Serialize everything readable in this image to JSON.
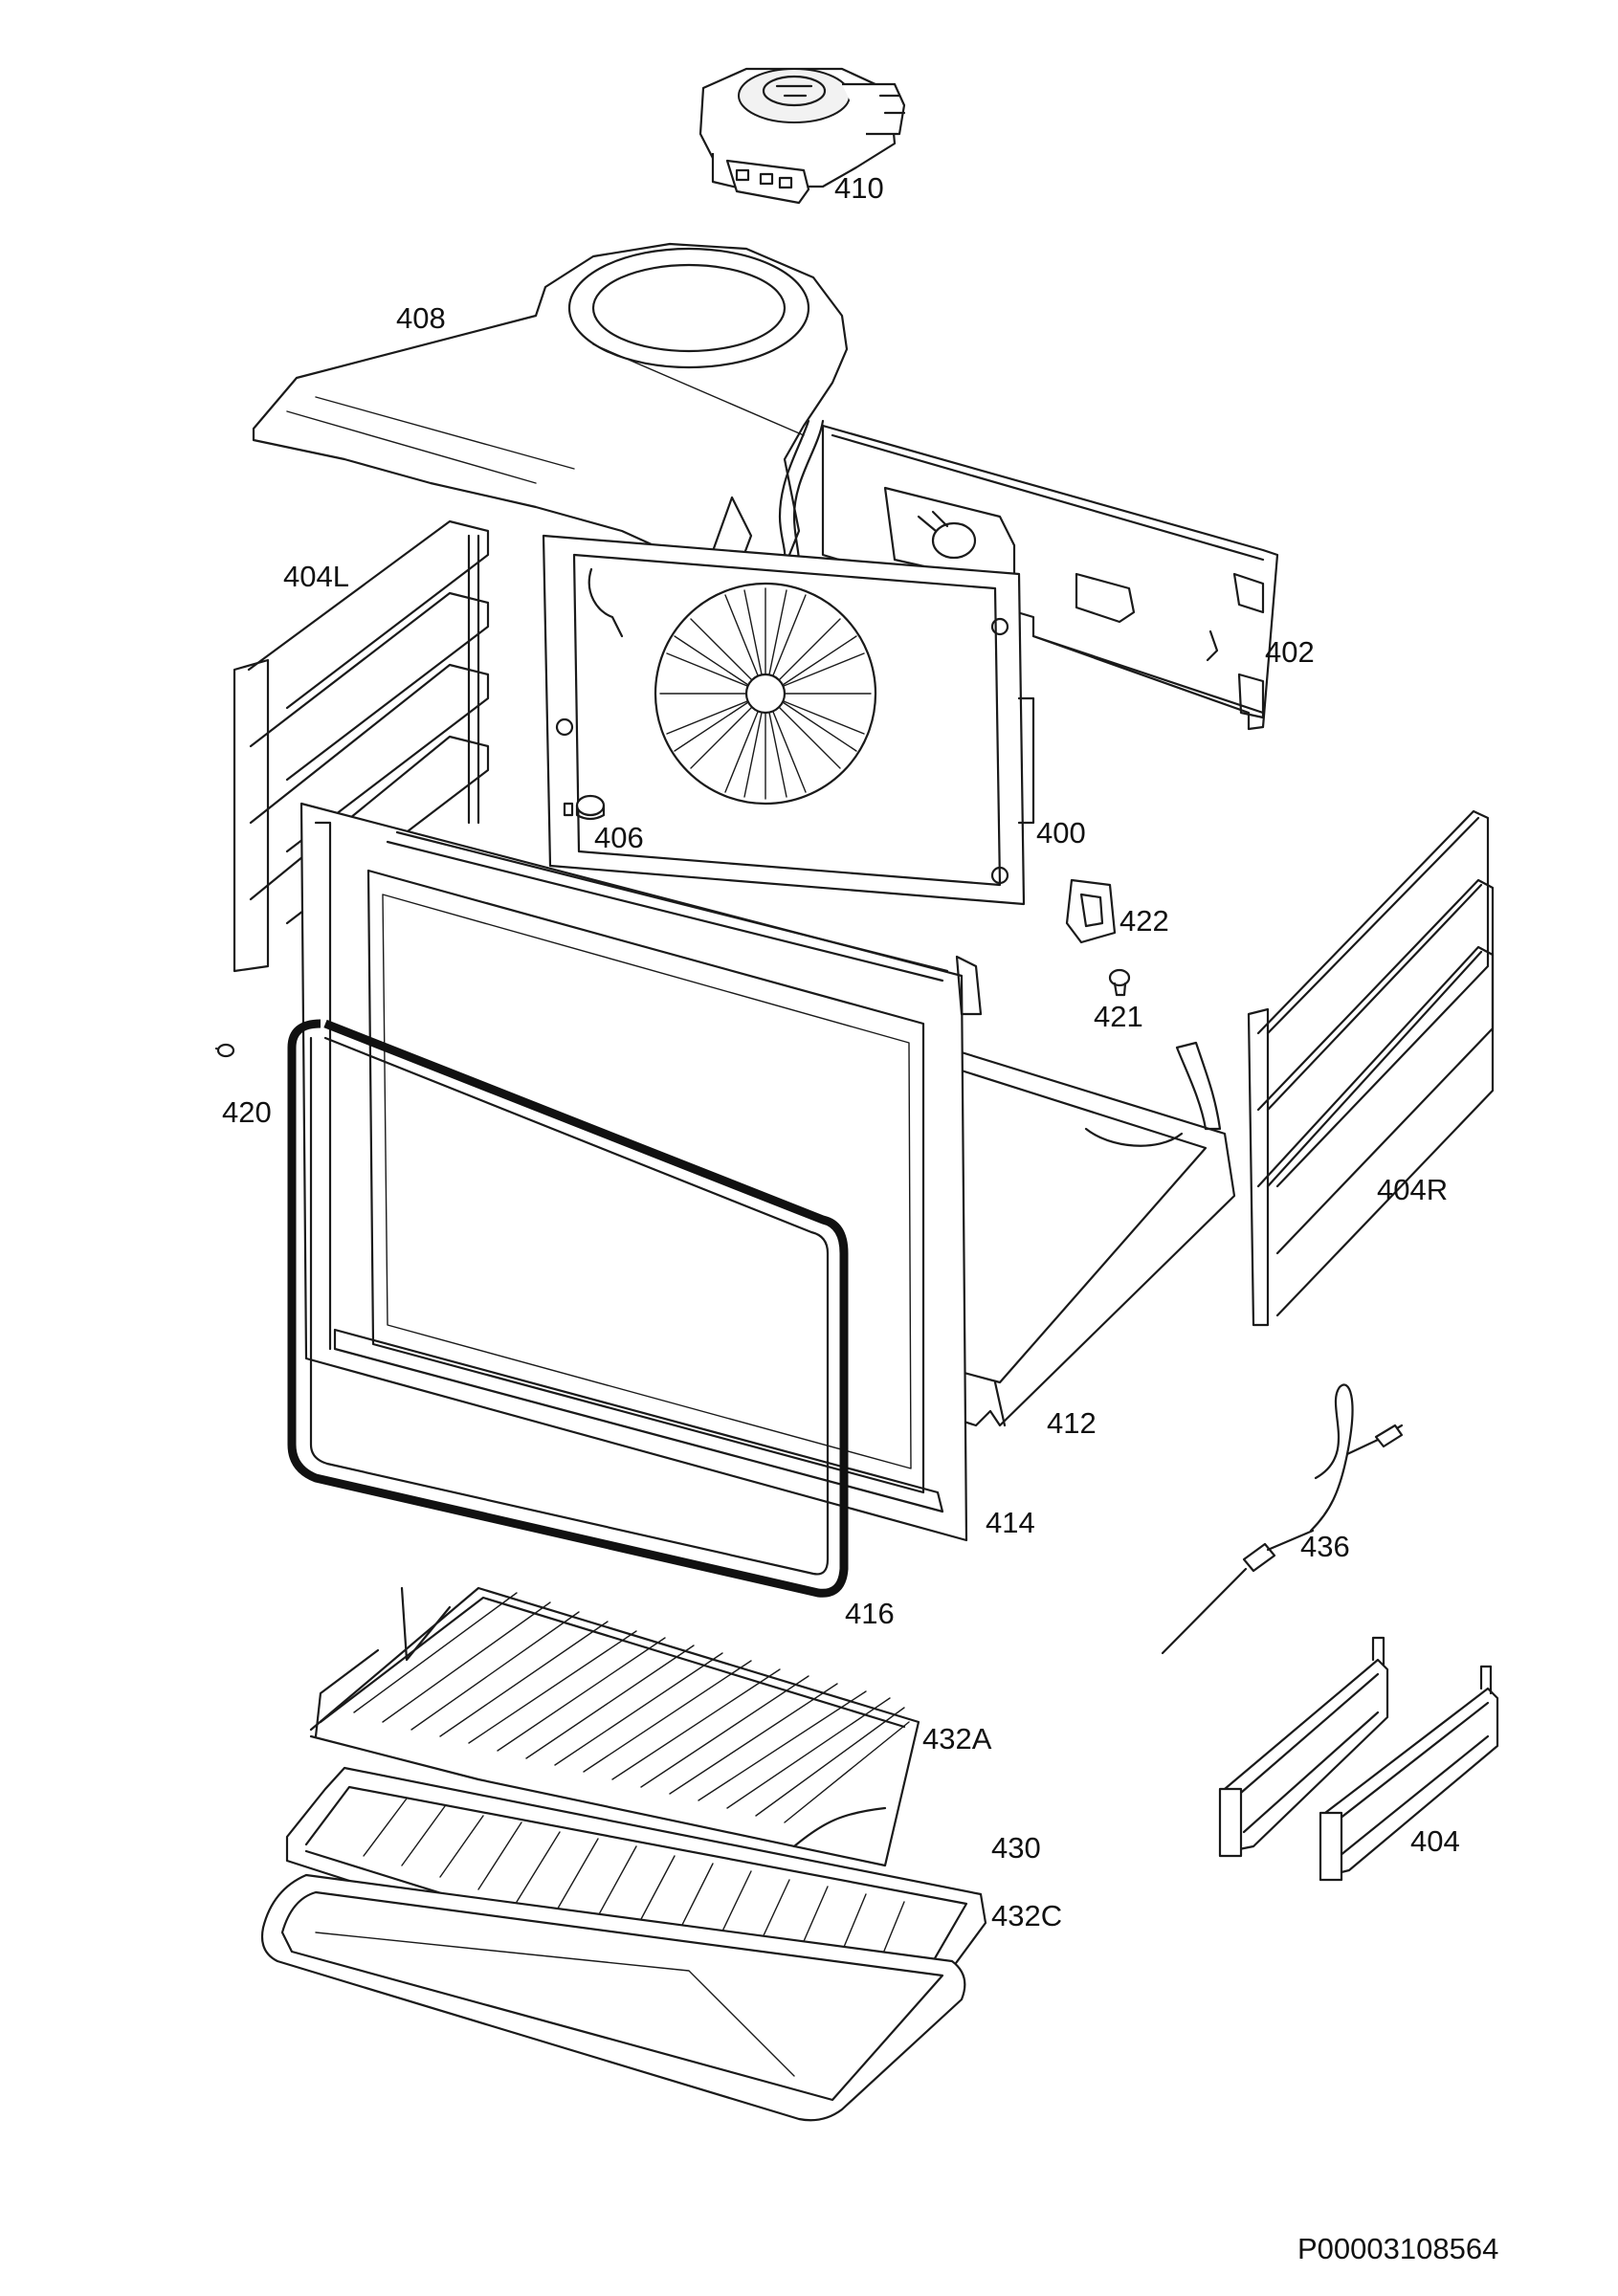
{
  "diagram": {
    "document_code": "P00003108564",
    "parts": [
      {
        "id": "410"
      },
      {
        "id": "408"
      },
      {
        "id": "404L"
      },
      {
        "id": "402"
      },
      {
        "id": "406"
      },
      {
        "id": "400"
      },
      {
        "id": "422"
      },
      {
        "id": "421"
      },
      {
        "id": "420"
      },
      {
        "id": "404R"
      },
      {
        "id": "412"
      },
      {
        "id": "414"
      },
      {
        "id": "436"
      },
      {
        "id": "416"
      },
      {
        "id": "432A"
      },
      {
        "id": "430"
      },
      {
        "id": "432C"
      },
      {
        "id": "404"
      }
    ]
  }
}
